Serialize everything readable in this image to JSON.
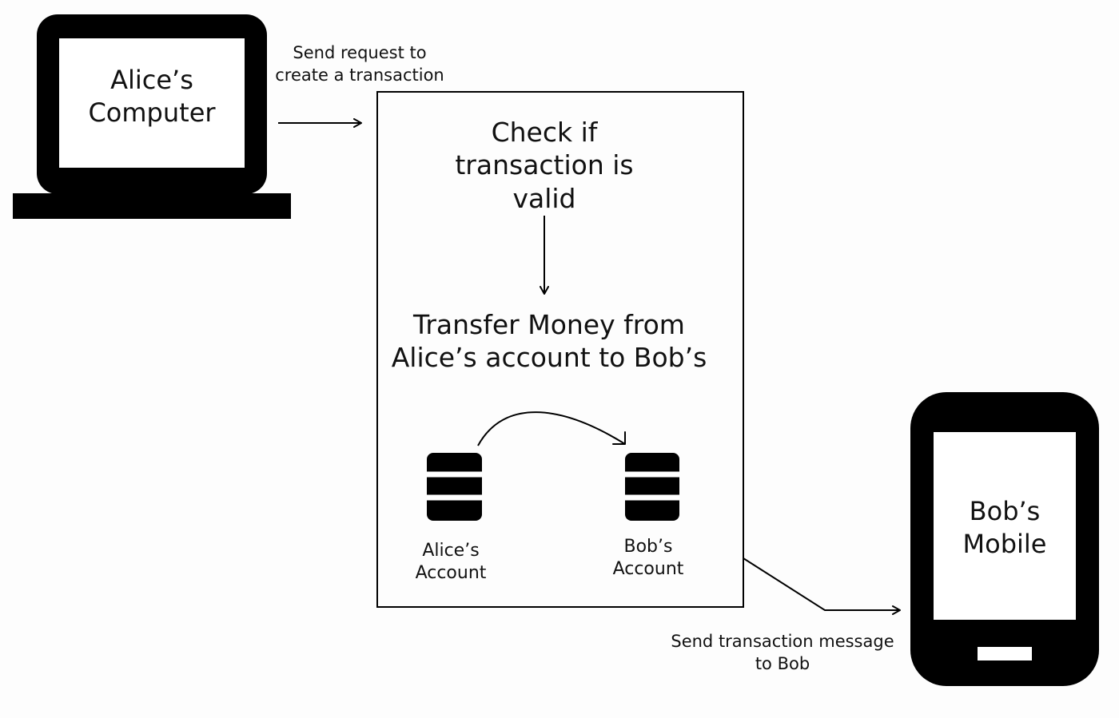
{
  "devices": {
    "alice_computer": "Alice’s\nComputer",
    "bob_mobile": "Bob’s\nMobile"
  },
  "edges": {
    "request": "Send request to\ncreate a transaction",
    "message": "Send transaction message\nto Bob"
  },
  "process": {
    "check": "Check if\ntransaction is\nvalid",
    "transfer": "Transfer Money from\nAlice’s account to Bob’s"
  },
  "accounts": {
    "alice": "Alice’s\nAccount",
    "bob": "Bob’s\nAccount"
  },
  "colors": {
    "ink": "#000000",
    "screen": "#ffffff",
    "background": "#fdfdfd"
  },
  "icons": {
    "computer": "laptop-icon",
    "phone": "smartphone-icon",
    "database": "database-icon"
  }
}
